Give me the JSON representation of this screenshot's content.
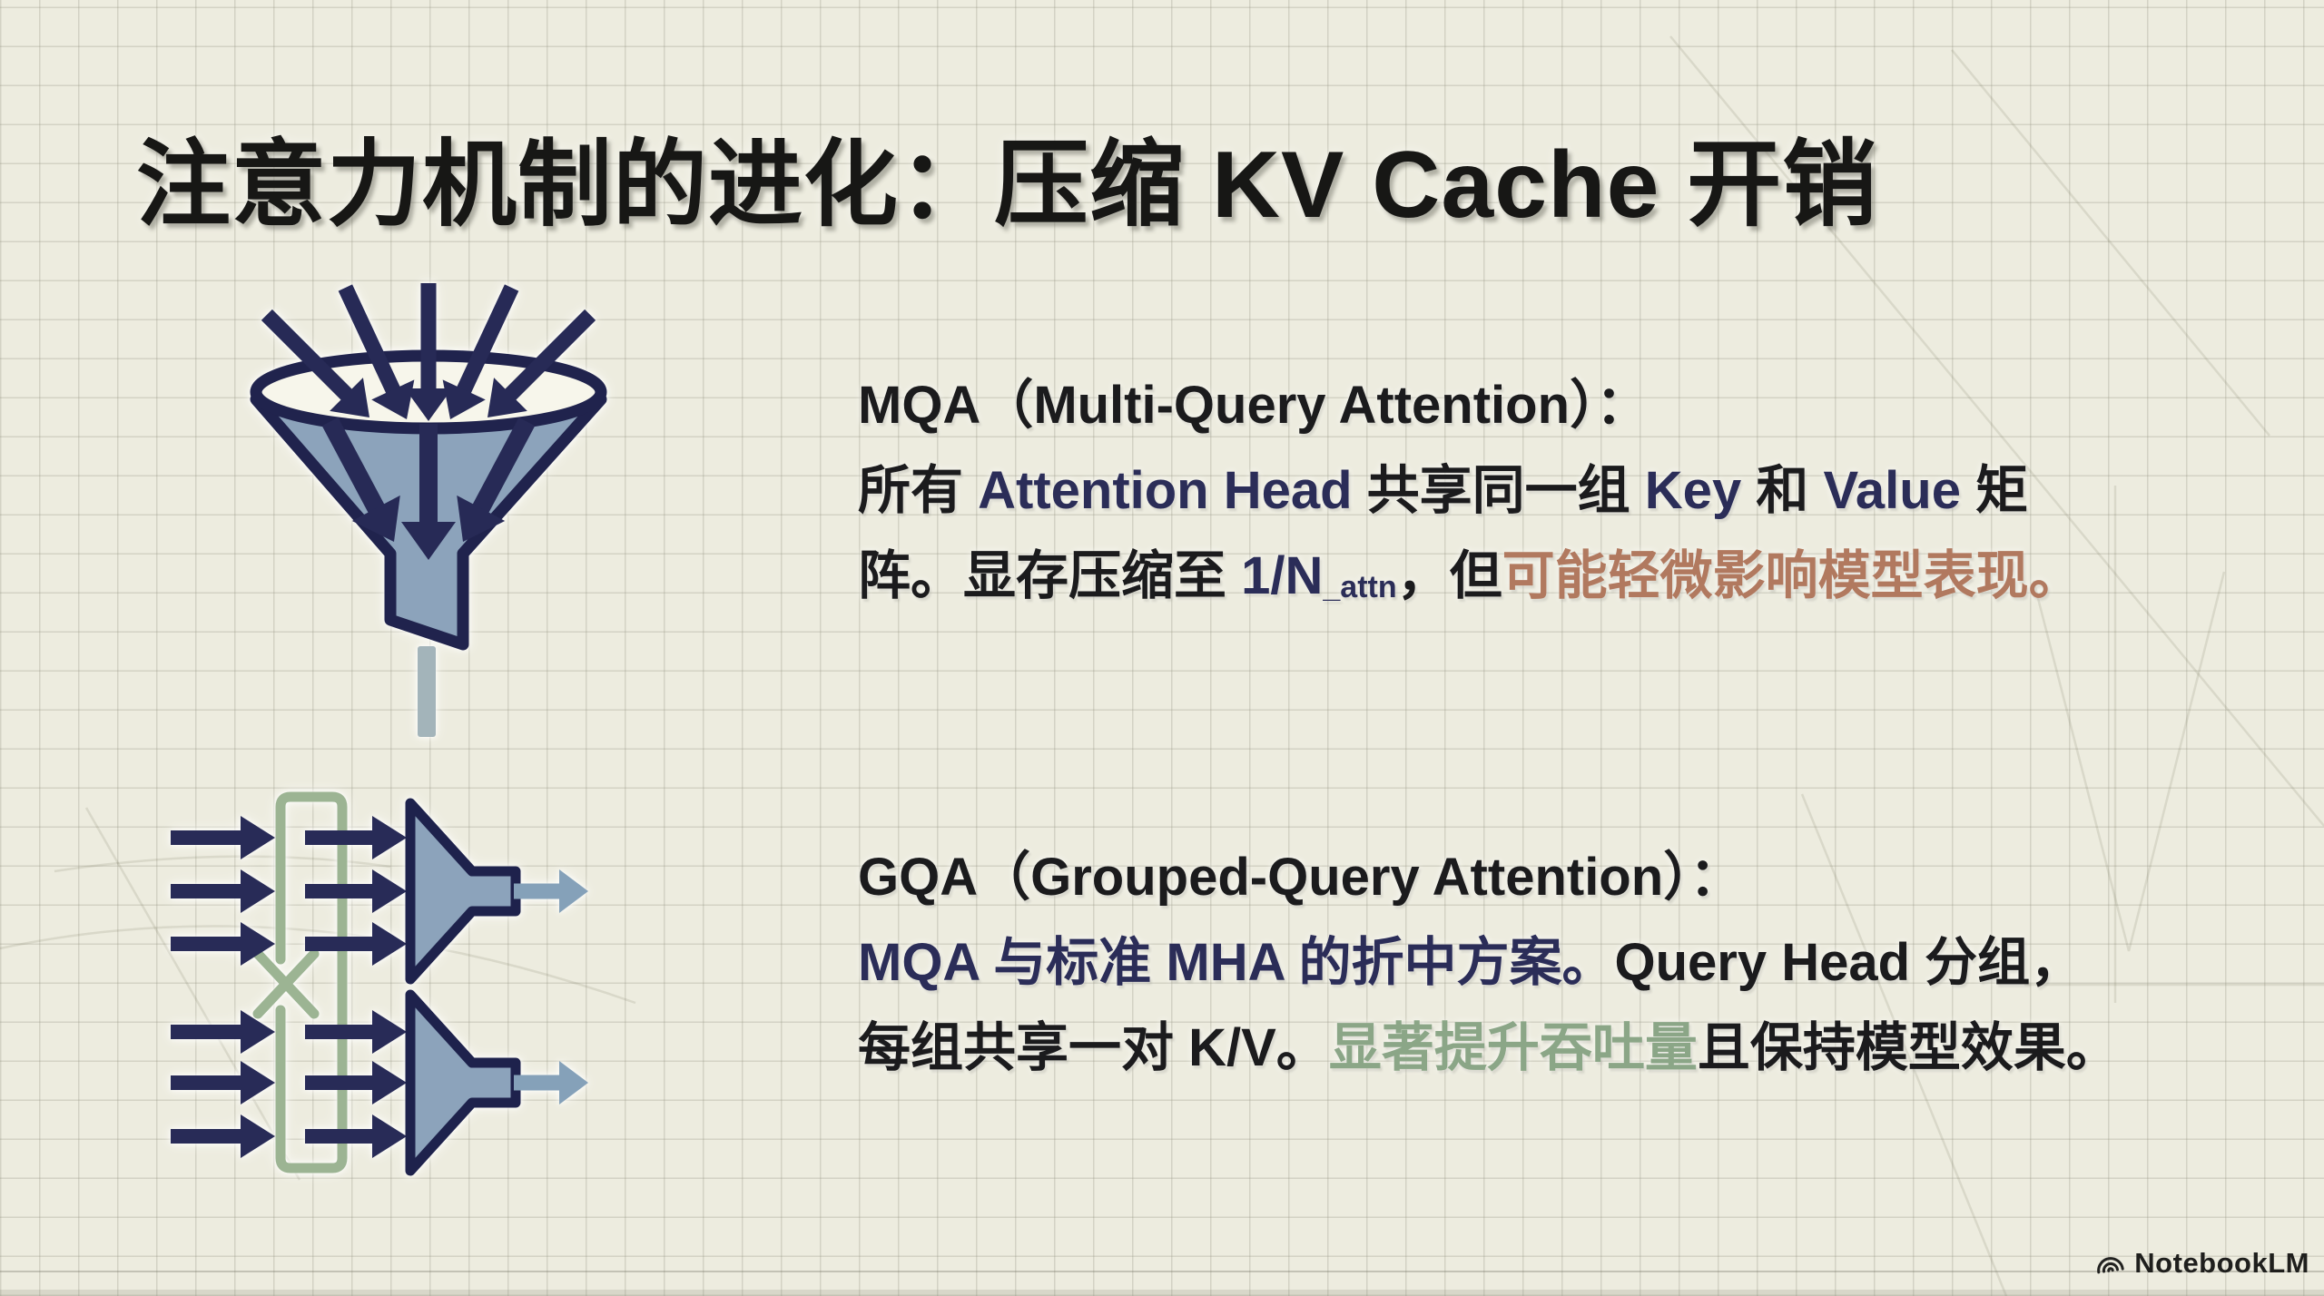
{
  "slide": {
    "title": "注意力机制的进化：压缩 KV Cache 开销",
    "palette": {
      "background": "#edecdf",
      "text_black": "#1b1b1d",
      "text_navy": "#2b2d58",
      "text_terracotta": "#b1795f",
      "text_sage": "#8ba687",
      "icon_navy": "#272a56",
      "icon_steel_blue": "#8ca3bb",
      "icon_light_blue": "#85a1b9",
      "icon_sage_green": "#9cb493"
    }
  },
  "sections": {
    "mqa": {
      "heading": "MQA（Multi-Query Attention）：",
      "line1": {
        "seg1": "所有 ",
        "seg2": "Attention Head",
        "seg3": " 共享同一组 ",
        "seg4": "Key",
        "seg5": " 和 ",
        "seg6": "Value",
        "seg7": " 矩"
      },
      "line2": {
        "seg1": "阵。显存压缩至 ",
        "seg2": "1/N",
        "sub": "_attn",
        "seg3": "，但",
        "seg4": "可能轻微影响模型表现。"
      }
    },
    "gqa": {
      "heading": "GQA（Grouped-Query Attention）：",
      "line1": {
        "seg1": "MQA 与标准 MHA 的折中方案。",
        "seg2": "Query Head 分组，"
      },
      "line2": {
        "seg1": "每组共享一对 K/V。",
        "seg2": "显著提升吞吐量",
        "seg3": "且保持模型效果。"
      }
    }
  },
  "watermark": {
    "label": "NotebookLM",
    "icon": "notebooklm-arcs-icon"
  }
}
